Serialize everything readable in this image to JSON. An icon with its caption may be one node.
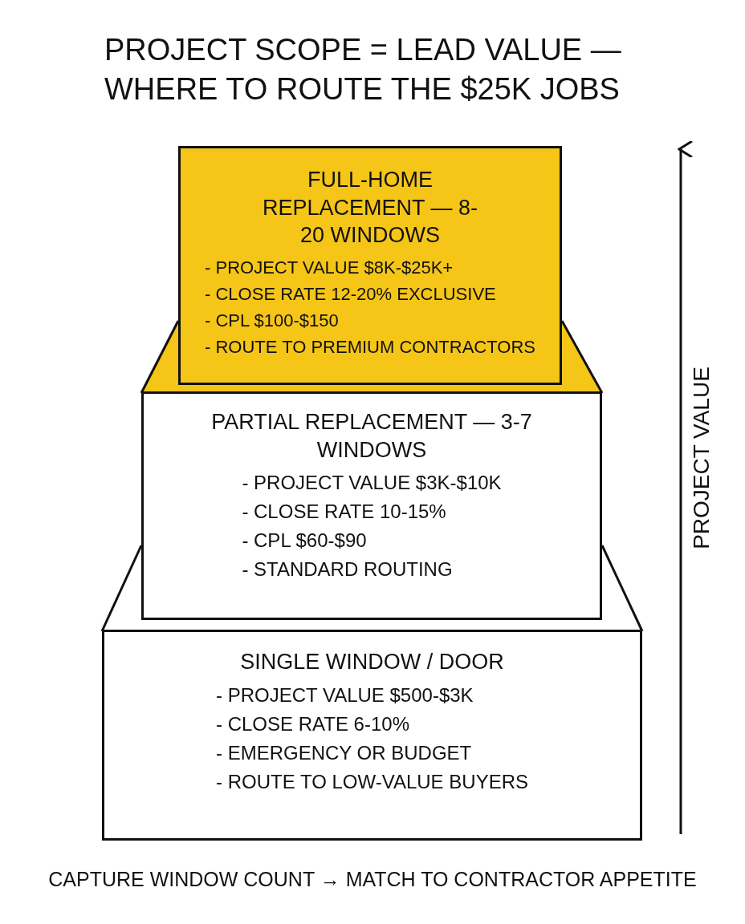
{
  "diagram": {
    "title": "PROJECT SCOPE = LEAD VALUE — WHERE TO ROUTE THE $25K JOBS",
    "nodes": [
      {
        "text": [
          "FULL-HOME REPLACEMENT — 8-20 WINDOWS",
          "- PROJECT VALUE $8K-$25K+",
          "- CLOSE RATE 12-20% EXCLUSIVE",
          "- CPL $100-$150",
          "- ROUTE TO PREMIUM CONTRACTORS"
        ]
      },
      {
        "text": [
          "PARTIAL REPLACEMENT — 3-7 WINDOWS",
          "- PROJECT VALUE $3K-$10K",
          "- CLOSE RATE 10-15%",
          "- CPL $60-$90",
          "- STANDARD ROUTING"
        ]
      },
      {
        "text": [
          "SINGLE WINDOW / DOOR",
          "- PROJECT VALUE $500-$3K",
          "- CLOSE RATE 6-10%",
          "- EMERGENCY OR BUDGET",
          "- ROUTE TO LOW-VALUE BUYERS"
        ]
      }
    ],
    "labels": [
      "PROJECT VALUE",
      "CAPTURE WINDOW COUNT → MATCH TO CONTRACTOR APPETITE"
    ]
  }
}
